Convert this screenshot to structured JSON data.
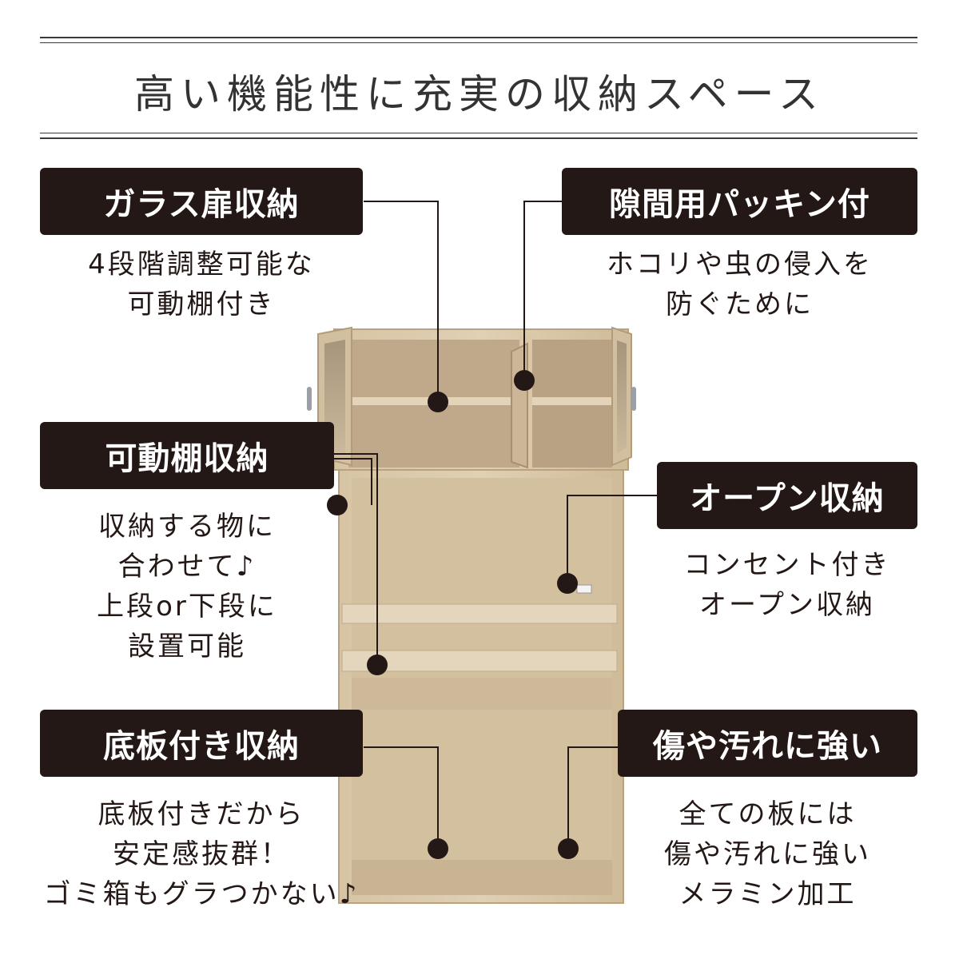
{
  "title": "高い機能性に充実の収納スペース",
  "features": {
    "glass_door": {
      "label": "ガラス扉収納",
      "desc": "4段階調整可能な\n可動棚付き"
    },
    "gap_packing": {
      "label": "隙間用パッキン付",
      "desc": "ホコリや虫の侵入を\n防ぐために"
    },
    "movable_shelf": {
      "label": "可動棚収納",
      "desc": "収納する物に\n合わせて♪\n上段or下段に\n設置可能"
    },
    "open_storage": {
      "label": "オープン収納",
      "desc": "コンセント付き\nオープン収納"
    },
    "bottom_board": {
      "label": "底板付き収納",
      "desc": "底板付きだから\n安定感抜群！\nゴミ箱もグラつかない♪"
    },
    "scratch_resistant": {
      "label": "傷や汚れに強い",
      "desc": "全ての板には\n傷や汚れに強い\nメラミン加工"
    }
  },
  "colors": {
    "dark": "#231815",
    "wood": "#d9c7a8",
    "wood_dark": "#b9a27f",
    "background": "#ffffff"
  }
}
